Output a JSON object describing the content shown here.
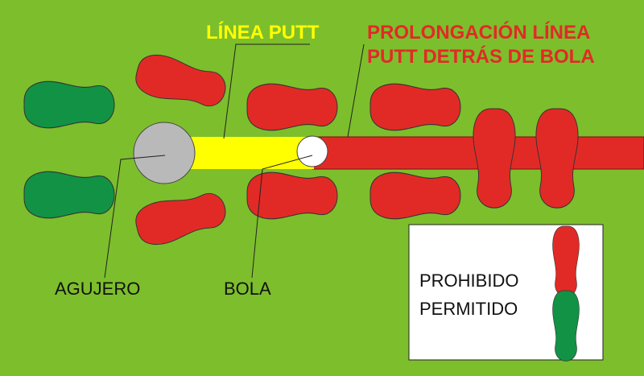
{
  "labels": {
    "linea_putt": "LÍNEA PUTT",
    "prolongacion_line1": "PROLONGACIÓN LÍNEA",
    "prolongacion_line2": "PUTT DETRÁS DE BOLA",
    "agujero": "AGUJERO",
    "bola": "BOLA"
  },
  "legend": {
    "prohibido": "PROHIBIDO",
    "permitido": "PERMITIDO"
  },
  "colors": {
    "background": "#7dbe2c",
    "forbidden": "#e12a26",
    "allowed": "#129245",
    "putt_line": "#ffff00",
    "hole": "#b9b9b9",
    "ball": "#ffffff",
    "label_yellow": "#ffff00",
    "label_red": "#e12a26"
  },
  "icons": {
    "forbidden_footprint": "red-footprint-icon",
    "allowed_footprint": "green-footprint-icon"
  }
}
